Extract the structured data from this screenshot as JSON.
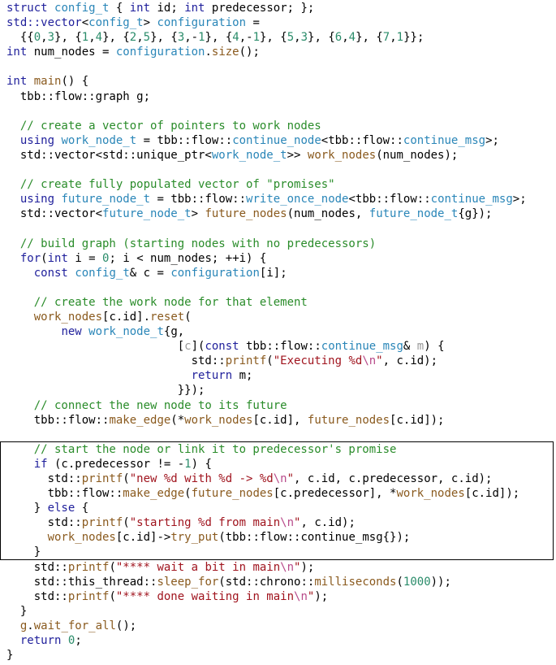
{
  "code_lines": [
    [
      [
        "kw",
        "struct"
      ],
      [
        "",
        " "
      ],
      [
        "ty",
        "config_t"
      ],
      [
        "",
        ""
      ],
      [
        "",
        ""
      ],
      [
        "",
        ""
      ],
      [
        "",
        ""
      ],
      [
        "",
        ""
      ],
      [
        "",
        ""
      ],
      [
        "",
        " { "
      ],
      [
        "kw",
        "int"
      ],
      [
        "",
        " id; "
      ],
      [
        "kw",
        "int"
      ],
      [
        "",
        " predecessor; };"
      ]
    ],
    [
      [
        "kw",
        "std::vector"
      ],
      [
        "",
        "<"
      ],
      [
        "ty",
        "config_t"
      ],
      [
        "",
        "> "
      ],
      [
        "ty",
        "configuration"
      ],
      [
        "",
        " ="
      ]
    ],
    [
      [
        "",
        "  {{"
      ],
      [
        "nu",
        "0"
      ],
      [
        "",
        ","
      ],
      [
        "nu",
        "3"
      ],
      [
        "",
        "}, {"
      ],
      [
        "nu",
        "1"
      ],
      [
        "",
        ","
      ],
      [
        "nu",
        "4"
      ],
      [
        "",
        "}, {"
      ],
      [
        "nu",
        "2"
      ],
      [
        "",
        ","
      ],
      [
        "nu",
        "5"
      ],
      [
        "",
        "}, {"
      ],
      [
        "nu",
        "3"
      ],
      [
        "",
        ",-"
      ],
      [
        "nu",
        "1"
      ],
      [
        "",
        "}, {"
      ],
      [
        "nu",
        "4"
      ],
      [
        "",
        ",-"
      ],
      [
        "nu",
        "1"
      ],
      [
        "",
        "}, {"
      ],
      [
        "nu",
        "5"
      ],
      [
        "",
        ","
      ],
      [
        "nu",
        "3"
      ],
      [
        "",
        "}, {"
      ],
      [
        "nu",
        "6"
      ],
      [
        "",
        ","
      ],
      [
        "nu",
        "4"
      ],
      [
        "",
        "}, {"
      ],
      [
        "nu",
        "7"
      ],
      [
        "",
        ","
      ],
      [
        "nu",
        "1"
      ],
      [
        "",
        "}};"
      ]
    ],
    [
      [
        "kw",
        "int"
      ],
      [
        "",
        " num_nodes = "
      ],
      [
        "ty",
        "configuration"
      ],
      [
        "",
        "."
      ],
      [
        "fn",
        "size"
      ],
      [
        "",
        "();"
      ]
    ],
    [
      [
        "",
        ""
      ]
    ],
    [
      [
        "kw",
        "int"
      ],
      [
        "",
        " "
      ],
      [
        "fn",
        "main"
      ],
      [
        "",
        "() {"
      ]
    ],
    [
      [
        "",
        "  tbb::flow::graph g;"
      ]
    ],
    [
      [
        "",
        ""
      ]
    ],
    [
      [
        "cm",
        "  // create a vector of pointers to work nodes"
      ]
    ],
    [
      [
        "",
        "  "
      ],
      [
        "kw",
        "using"
      ],
      [
        "",
        " "
      ],
      [
        "ty",
        "work_node_t"
      ],
      [
        "",
        " = tbb::flow::"
      ],
      [
        "ty",
        "continue_node"
      ],
      [
        "",
        "<tbb::flow::"
      ],
      [
        "ty",
        "continue_msg"
      ],
      [
        "",
        ">;"
      ]
    ],
    [
      [
        "",
        "  std::vector<std::unique_ptr<"
      ],
      [
        "ty",
        "work_node_t"
      ],
      [
        "",
        ">> "
      ],
      [
        "fn",
        "work_nodes"
      ],
      [
        "",
        "(num_nodes);"
      ]
    ],
    [
      [
        "",
        ""
      ]
    ],
    [
      [
        "cm",
        "  // create fully populated vector of \"promises\""
      ]
    ],
    [
      [
        "",
        "  "
      ],
      [
        "kw",
        "using"
      ],
      [
        "",
        " "
      ],
      [
        "ty",
        "future_node_t"
      ],
      [
        "",
        " = tbb::flow::"
      ],
      [
        "ty",
        "write_once_node"
      ],
      [
        "",
        "<tbb::flow::"
      ],
      [
        "ty",
        "continue_msg"
      ],
      [
        "",
        ">;"
      ]
    ],
    [
      [
        "",
        "  std::vector<"
      ],
      [
        "ty",
        "future_node_t"
      ],
      [
        "",
        "> "
      ],
      [
        "fn",
        "future_nodes"
      ],
      [
        "",
        "(num_nodes, "
      ],
      [
        "ty",
        "future_node_t"
      ],
      [
        "",
        "{g});"
      ]
    ],
    [
      [
        "",
        ""
      ]
    ],
    [
      [
        "cm",
        "  // build graph (starting nodes with no predecessors)"
      ]
    ],
    [
      [
        "",
        "  "
      ],
      [
        "kw",
        "for"
      ],
      [
        "",
        "("
      ],
      [
        "kw",
        "int"
      ],
      [
        "",
        " i = "
      ],
      [
        "nu",
        "0"
      ],
      [
        "",
        "; i < num_nodes; ++i) {"
      ]
    ],
    [
      [
        "",
        "    "
      ],
      [
        "kw",
        "const"
      ],
      [
        "",
        " "
      ],
      [
        "ty",
        "config_t"
      ],
      [
        "",
        "& c = "
      ],
      [
        "ty",
        "configuration"
      ],
      [
        "",
        "[i];"
      ]
    ],
    [
      [
        "",
        ""
      ]
    ],
    [
      [
        "cm",
        "    // create the work node for that element"
      ]
    ],
    [
      [
        "",
        "    "
      ],
      [
        "fn",
        "work_nodes"
      ],
      [
        "",
        "[c.id]."
      ],
      [
        "fn",
        "reset"
      ],
      [
        "",
        "("
      ]
    ],
    [
      [
        "",
        "        "
      ],
      [
        "kw",
        "new"
      ],
      [
        "",
        " "
      ],
      [
        "ty",
        "work_node_t"
      ],
      [
        "",
        "{g,"
      ]
    ],
    [
      [
        "",
        "                         ["
      ],
      [
        "pm",
        "c"
      ],
      [
        "",
        "]("
      ],
      [
        "kw",
        "const"
      ],
      [
        "",
        " tbb::flow::"
      ],
      [
        "ty",
        "continue_msg"
      ],
      [
        "",
        "& "
      ],
      [
        "pm",
        "m"
      ],
      [
        "",
        ") {"
      ]
    ],
    [
      [
        "",
        "                           std::"
      ],
      [
        "fn",
        "printf"
      ],
      [
        "",
        "("
      ],
      [
        "st",
        "\"Executing %d"
      ],
      [
        "es",
        "\\n"
      ],
      [
        "st",
        "\""
      ],
      [
        "",
        ", c.id);"
      ]
    ],
    [
      [
        "",
        "                           "
      ],
      [
        "kw",
        "return"
      ],
      [
        "",
        " m;"
      ]
    ],
    [
      [
        "",
        "                         }});"
      ]
    ],
    [
      [
        "cm",
        "    // connect the new node to its future"
      ]
    ],
    [
      [
        "",
        "    tbb::flow::"
      ],
      [
        "fn",
        "make_edge"
      ],
      [
        "",
        "(*"
      ],
      [
        "fn",
        "work_nodes"
      ],
      [
        "",
        "[c.id], "
      ],
      [
        "fn",
        "future_nodes"
      ],
      [
        "",
        "[c.id]);"
      ]
    ],
    [
      [
        "",
        ""
      ]
    ],
    [
      [
        "cm",
        "    // start the node or link it to predecessor's promise"
      ]
    ],
    [
      [
        "",
        "    "
      ],
      [
        "kw",
        "if"
      ],
      [
        "",
        " (c.predecessor != -"
      ],
      [
        "nu",
        "1"
      ],
      [
        "",
        ") {"
      ]
    ],
    [
      [
        "",
        "      std::"
      ],
      [
        "fn",
        "printf"
      ],
      [
        "",
        "("
      ],
      [
        "st",
        "\"new %d with %d -> %d"
      ],
      [
        "es",
        "\\n"
      ],
      [
        "st",
        "\""
      ],
      [
        "",
        ", c.id, c.predecessor, c.id);"
      ]
    ],
    [
      [
        "",
        "      tbb::flow::"
      ],
      [
        "fn",
        "make_edge"
      ],
      [
        "",
        "("
      ],
      [
        "fn",
        "future_nodes"
      ],
      [
        "",
        "[c.predecessor], *"
      ],
      [
        "fn",
        "work_nodes"
      ],
      [
        "",
        "[c.id]);"
      ]
    ],
    [
      [
        "",
        "    } "
      ],
      [
        "kw",
        "else"
      ],
      [
        "",
        " {"
      ]
    ],
    [
      [
        "",
        "      std::"
      ],
      [
        "fn",
        "printf"
      ],
      [
        "",
        "("
      ],
      [
        "st",
        "\"starting %d from main"
      ],
      [
        "es",
        "\\n"
      ],
      [
        "st",
        "\""
      ],
      [
        "",
        ", c.id);"
      ]
    ],
    [
      [
        "",
        "      "
      ],
      [
        "fn",
        "work_nodes"
      ],
      [
        "",
        "[c.id]->"
      ],
      [
        "fn",
        "try_put"
      ],
      [
        "",
        "(tbb::flow::continue_msg{});"
      ]
    ],
    [
      [
        "",
        "    }"
      ]
    ],
    [
      [
        "",
        "    std::"
      ],
      [
        "fn",
        "printf"
      ],
      [
        "",
        "("
      ],
      [
        "st",
        "\"**** wait a bit in main"
      ],
      [
        "es",
        "\\n"
      ],
      [
        "st",
        "\""
      ],
      [
        "",
        ");"
      ]
    ],
    [
      [
        "",
        "    std::this_thread::"
      ],
      [
        "fn",
        "sleep_for"
      ],
      [
        "",
        "(std::chrono::"
      ],
      [
        "fn",
        "milliseconds"
      ],
      [
        "",
        "("
      ],
      [
        "nu",
        "1000"
      ],
      [
        "",
        "));"
      ]
    ],
    [
      [
        "",
        "    std::"
      ],
      [
        "fn",
        "printf"
      ],
      [
        "",
        "("
      ],
      [
        "st",
        "\"**** done waiting in main"
      ],
      [
        "es",
        "\\n"
      ],
      [
        "st",
        "\""
      ],
      [
        "",
        ");"
      ]
    ],
    [
      [
        "",
        "  }"
      ]
    ],
    [
      [
        "",
        "  "
      ],
      [
        "fn",
        "g"
      ],
      [
        "",
        "."
      ],
      [
        "fn",
        "wait_for_all"
      ],
      [
        "",
        "();"
      ]
    ],
    [
      [
        "",
        "  "
      ],
      [
        "kw",
        "return"
      ],
      [
        "",
        " "
      ],
      [
        "nu",
        "0"
      ],
      [
        "",
        ";"
      ]
    ],
    [
      [
        "",
        "}"
      ]
    ]
  ]
}
